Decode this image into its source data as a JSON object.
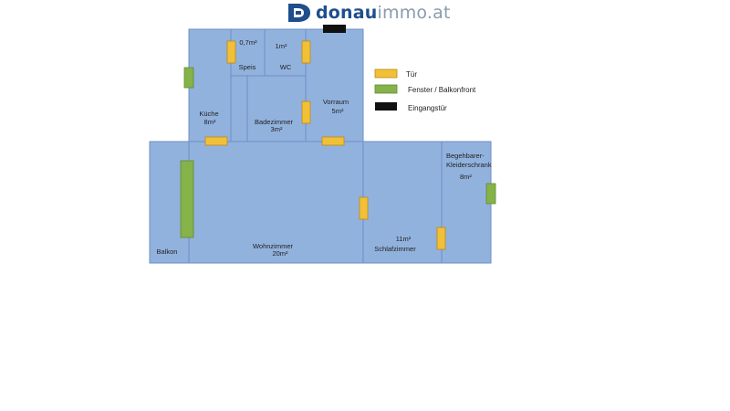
{
  "brand": {
    "part1": "donau",
    "part2": "immo.at",
    "icon": "donauimmo-d-logo-icon",
    "color": "#1f4e8c"
  },
  "rooms": {
    "speis": {
      "area": "0,7m²",
      "name": "Speis"
    },
    "wc": {
      "area": "1m²",
      "name": "WC"
    },
    "kueche": {
      "name": "Küche",
      "area": "8m²"
    },
    "bad": {
      "name": "Badezimmer",
      "area": "3m²"
    },
    "vorraum": {
      "name": "Vorraum",
      "area": "5m²"
    },
    "balkon": {
      "name": "Balkon"
    },
    "wohnzimmer": {
      "name": "Wohnzimmer",
      "area": "20m²"
    },
    "schlafzimmer": {
      "area": "11m²",
      "name": "Schlafzimmer"
    },
    "kleiderschrank": {
      "line1": "Begehbarer-",
      "line2": "Kleiderschrank",
      "area": "8m²"
    }
  },
  "legend": [
    {
      "label": "Tür",
      "color": "#f2c037"
    },
    {
      "label": "Fenster / Balkonfront",
      "color": "#86b24a"
    },
    {
      "label": "Eingangstür",
      "color": "#111111"
    }
  ],
  "colors": {
    "room_fill": "#92b2de",
    "room_stroke": "#6e8fc4"
  }
}
